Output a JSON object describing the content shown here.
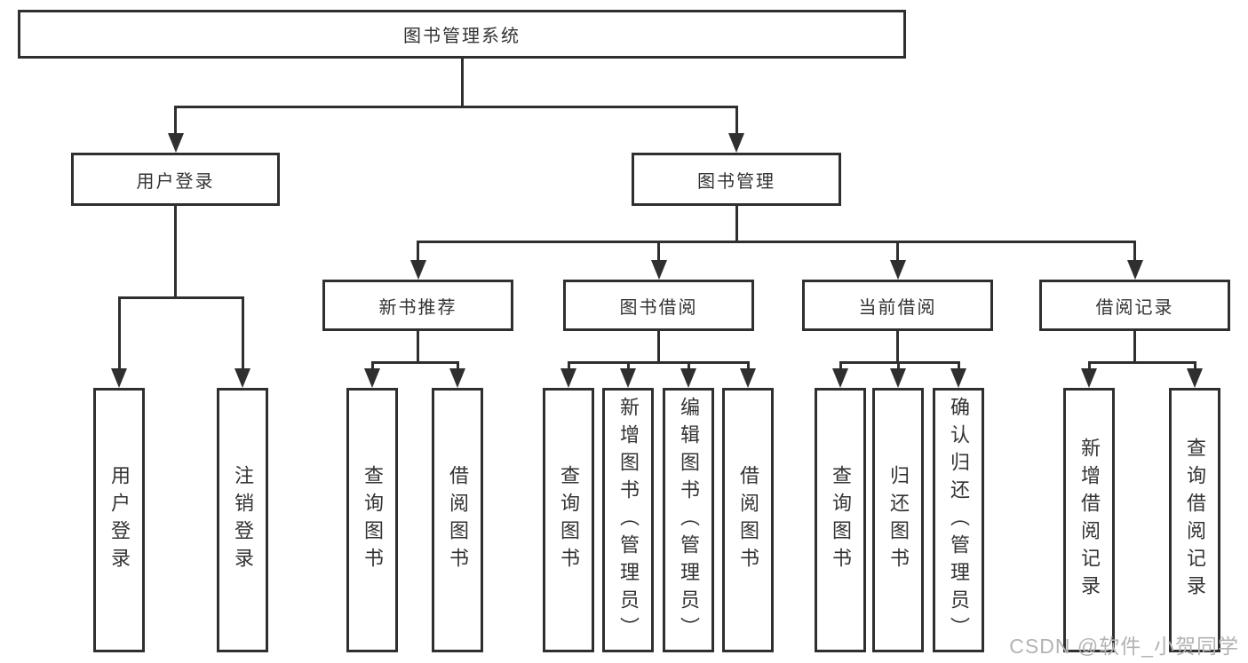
{
  "diagram": {
    "root": {
      "label": "图书管理系统"
    },
    "level2": {
      "user_login": {
        "label": "用户登录"
      },
      "book_management": {
        "label": "图书管理"
      }
    },
    "level3": {
      "new_book_recommend": {
        "label": "新书推荐"
      },
      "book_borrow": {
        "label": "图书借阅"
      },
      "current_borrow": {
        "label": "当前借阅"
      },
      "borrow_records": {
        "label": "借阅记录"
      }
    },
    "leaves": {
      "user_login": {
        "label": "用户登录"
      },
      "logout": {
        "label": "注销登录"
      },
      "query_book_recommend": {
        "label": "查询图书"
      },
      "borrow_book_recommend": {
        "label": "借阅图书"
      },
      "query_book_borrow": {
        "label": "查询图书"
      },
      "add_book_admin": {
        "label": "新增图书（管理员）"
      },
      "edit_book_admin": {
        "label": "编辑图书（管理员）"
      },
      "borrow_book_borrow": {
        "label": "借阅图书"
      },
      "query_book_current": {
        "label": "查询图书"
      },
      "return_book": {
        "label": "归还图书"
      },
      "confirm_return_admin": {
        "label": "确认归还（管理员）"
      },
      "add_borrow_record": {
        "label": "新增借阅记录"
      },
      "query_borrow_record": {
        "label": "查询借阅记录"
      }
    }
  },
  "watermark": {
    "text": "CSDN @软件_小贺同学"
  },
  "colors": {
    "line": "#2f2f2f",
    "text": "#333333",
    "background": "#ffffff",
    "watermark": "#b3b3b3"
  }
}
